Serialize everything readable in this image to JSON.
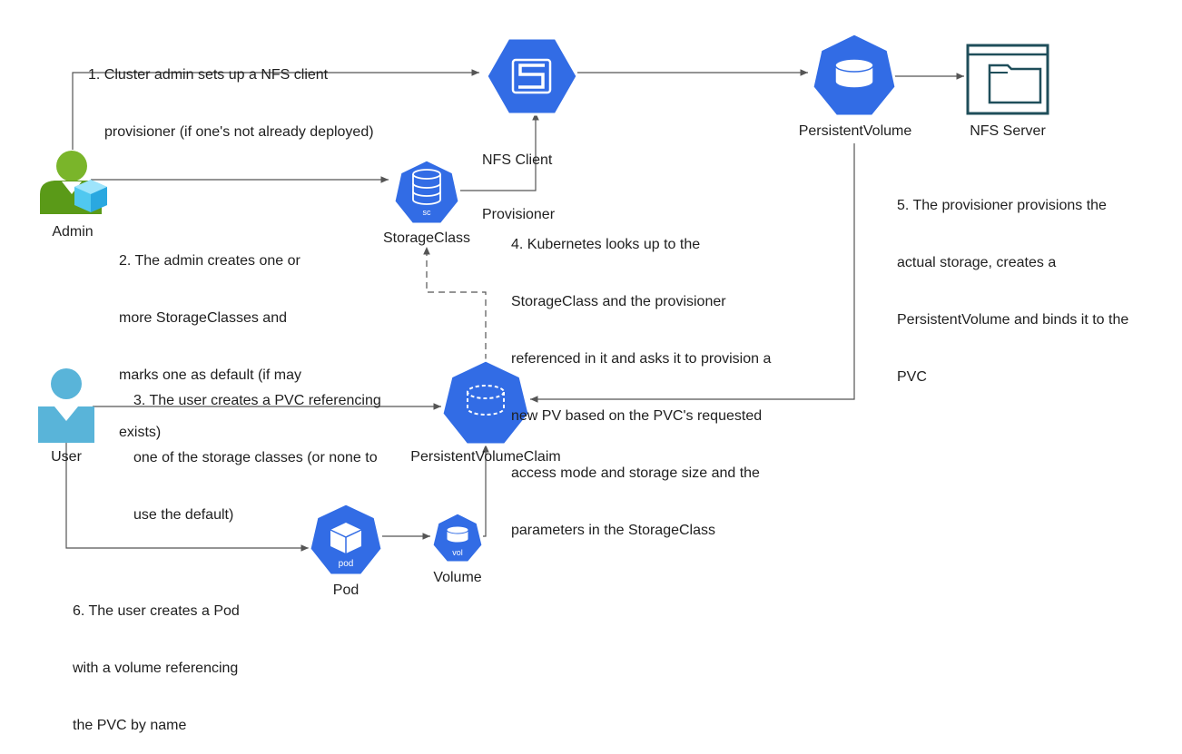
{
  "nodes": {
    "nfs_provisioner": {
      "label_lines": [
        "NFS Client",
        "Provisioner"
      ]
    },
    "persistent_volume": {
      "label": "PersistentVolume"
    },
    "nfs_server": {
      "label": "NFS Server"
    },
    "admin": {
      "label": "Admin"
    },
    "storage_class": {
      "label": "StorageClass",
      "badge": "sc"
    },
    "user": {
      "label": "User"
    },
    "pvc": {
      "label": "PersistentVolumeClaim"
    },
    "pod": {
      "label": "Pod",
      "badge": "pod"
    },
    "volume": {
      "label": "Volume",
      "badge": "vol"
    }
  },
  "steps": {
    "step1": [
      "1. Cluster admin sets up a NFS client",
      "provisioner (if one's not already deployed)"
    ],
    "step2": [
      "2. The admin creates one or",
      "more StorageClasses and",
      "marks one as default (if may",
      "exists)"
    ],
    "step3": [
      "3. The user creates a PVC referencing",
      "one of the storage classes (or none to",
      "use the default)"
    ],
    "step4": [
      "4. Kubernetes looks up to the",
      "StorageClass and the provisioner",
      "referenced in it and asks it to provision a",
      "new PV based on the PVC's requested",
      "access mode and storage size and the",
      "parameters in the StorageClass"
    ],
    "step5": [
      "5. The provisioner provisions the",
      "actual storage, creates a",
      "PersistentVolume and binds it to the",
      "PVC"
    ],
    "step6": [
      "6. The user creates a Pod",
      "with a volume referencing",
      "the PVC by name"
    ]
  },
  "colors": {
    "k8s_blue": "#326ce5",
    "line": "#555555",
    "admin_green": "#7ab52a",
    "admin_cube": "#50c8f0",
    "user_blue": "#59b4d9",
    "server_stroke": "#1f4e5a"
  }
}
